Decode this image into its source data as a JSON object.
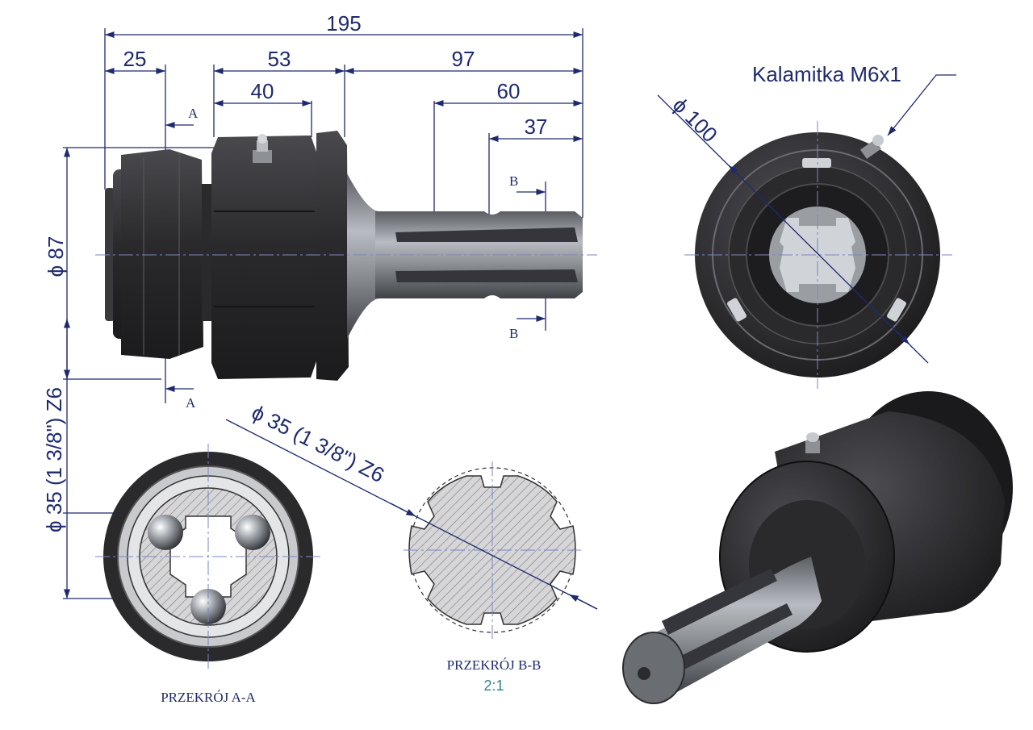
{
  "dimensions": {
    "overall_length": "195",
    "d25": "25",
    "d53": "53",
    "d97": "97",
    "d40": "40",
    "d60": "60",
    "d37": "37",
    "dia87": "ϕ 87",
    "dia100": "ϕ 100",
    "spline_vertical": "ϕ 35  (1 3/8\") Z6",
    "spline_diagonal": "ϕ 35  (1 3/8\") Z6"
  },
  "labels": {
    "grease_nipple": "Kalamitka M6x1",
    "section_aa": "PRZEKRÓJ A-A",
    "section_bb": "PRZEKRÓJ B-B",
    "scale_bb": "2:1",
    "mark_a": "A",
    "mark_b": "B"
  },
  "colors": {
    "dimension_ink": "#1f2a6e",
    "body_dark": "#2b2b2e",
    "steel": "#8d9196",
    "scale_text": "#2a8a8a"
  }
}
